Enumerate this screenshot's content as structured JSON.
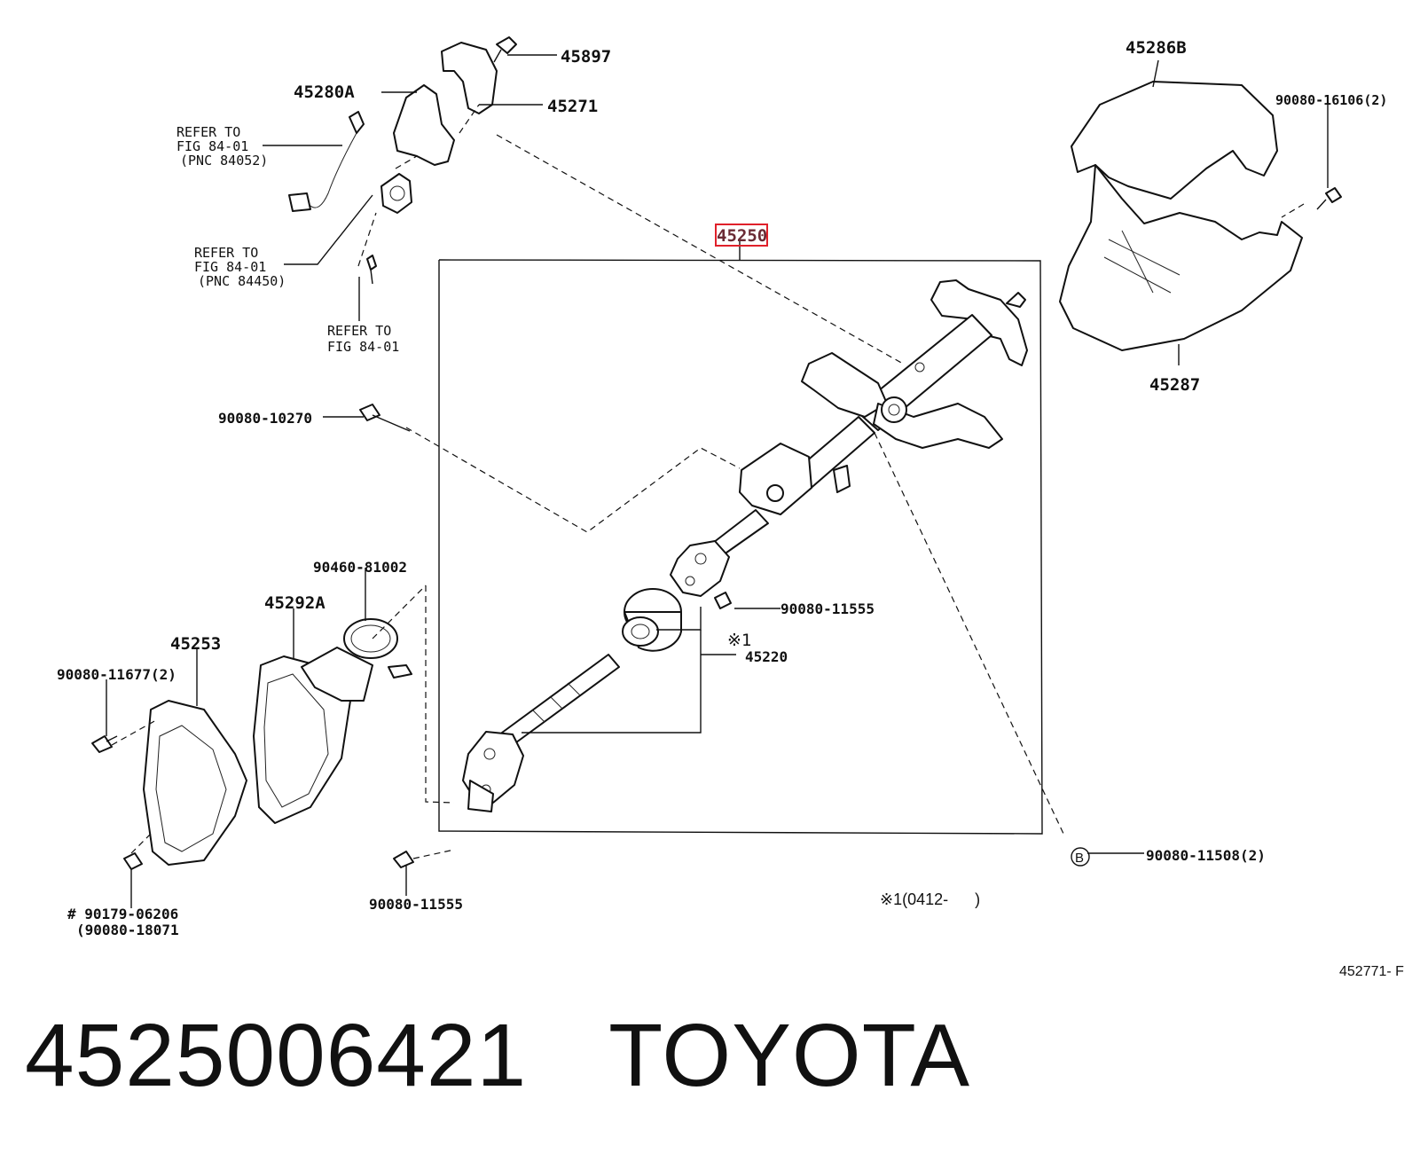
{
  "diagram": {
    "highlighted_part": "45250",
    "labels": {
      "p45897": "45897",
      "p45280A": "45280A",
      "p45271": "45271",
      "p45286B": "45286B",
      "p90080_16106": "90080-16106(2)",
      "p45287": "45287",
      "p90080_10270": "90080-10270",
      "p90460_81002": "90460-81002",
      "p45292A": "45292A",
      "p45253": "45253",
      "p90080_11677": "90080-11677(2)",
      "p90080_11555_a": "90080-11555",
      "p45220": "45220",
      "p45220_mark": "※1",
      "p90080_11555_b": "90080-11555",
      "p90080_11508": "90080-11508(2)",
      "p90080_11508_marker": "B",
      "p90179_06206": "# 90179-06206",
      "p90080_18071": "(90080-18071",
      "note_range": "※1(0412-      )",
      "fig_code": "452771- F"
    },
    "refs": {
      "ref1_l1": "REFER TO",
      "ref1_l2": "FIG 84-01",
      "ref1_l3": "(PNC 84052)",
      "ref2_l1": "REFER TO",
      "ref2_l2": "FIG 84-01",
      "ref2_l3": "(PNC 84450)",
      "ref3_l1": "REFER TO",
      "ref3_l2": "FIG 84-01"
    },
    "colors": {
      "highlight_box": "#e0202a",
      "line": "#111111"
    }
  },
  "caption": {
    "part_number": "4525006421",
    "brand": "TOYOTA"
  }
}
